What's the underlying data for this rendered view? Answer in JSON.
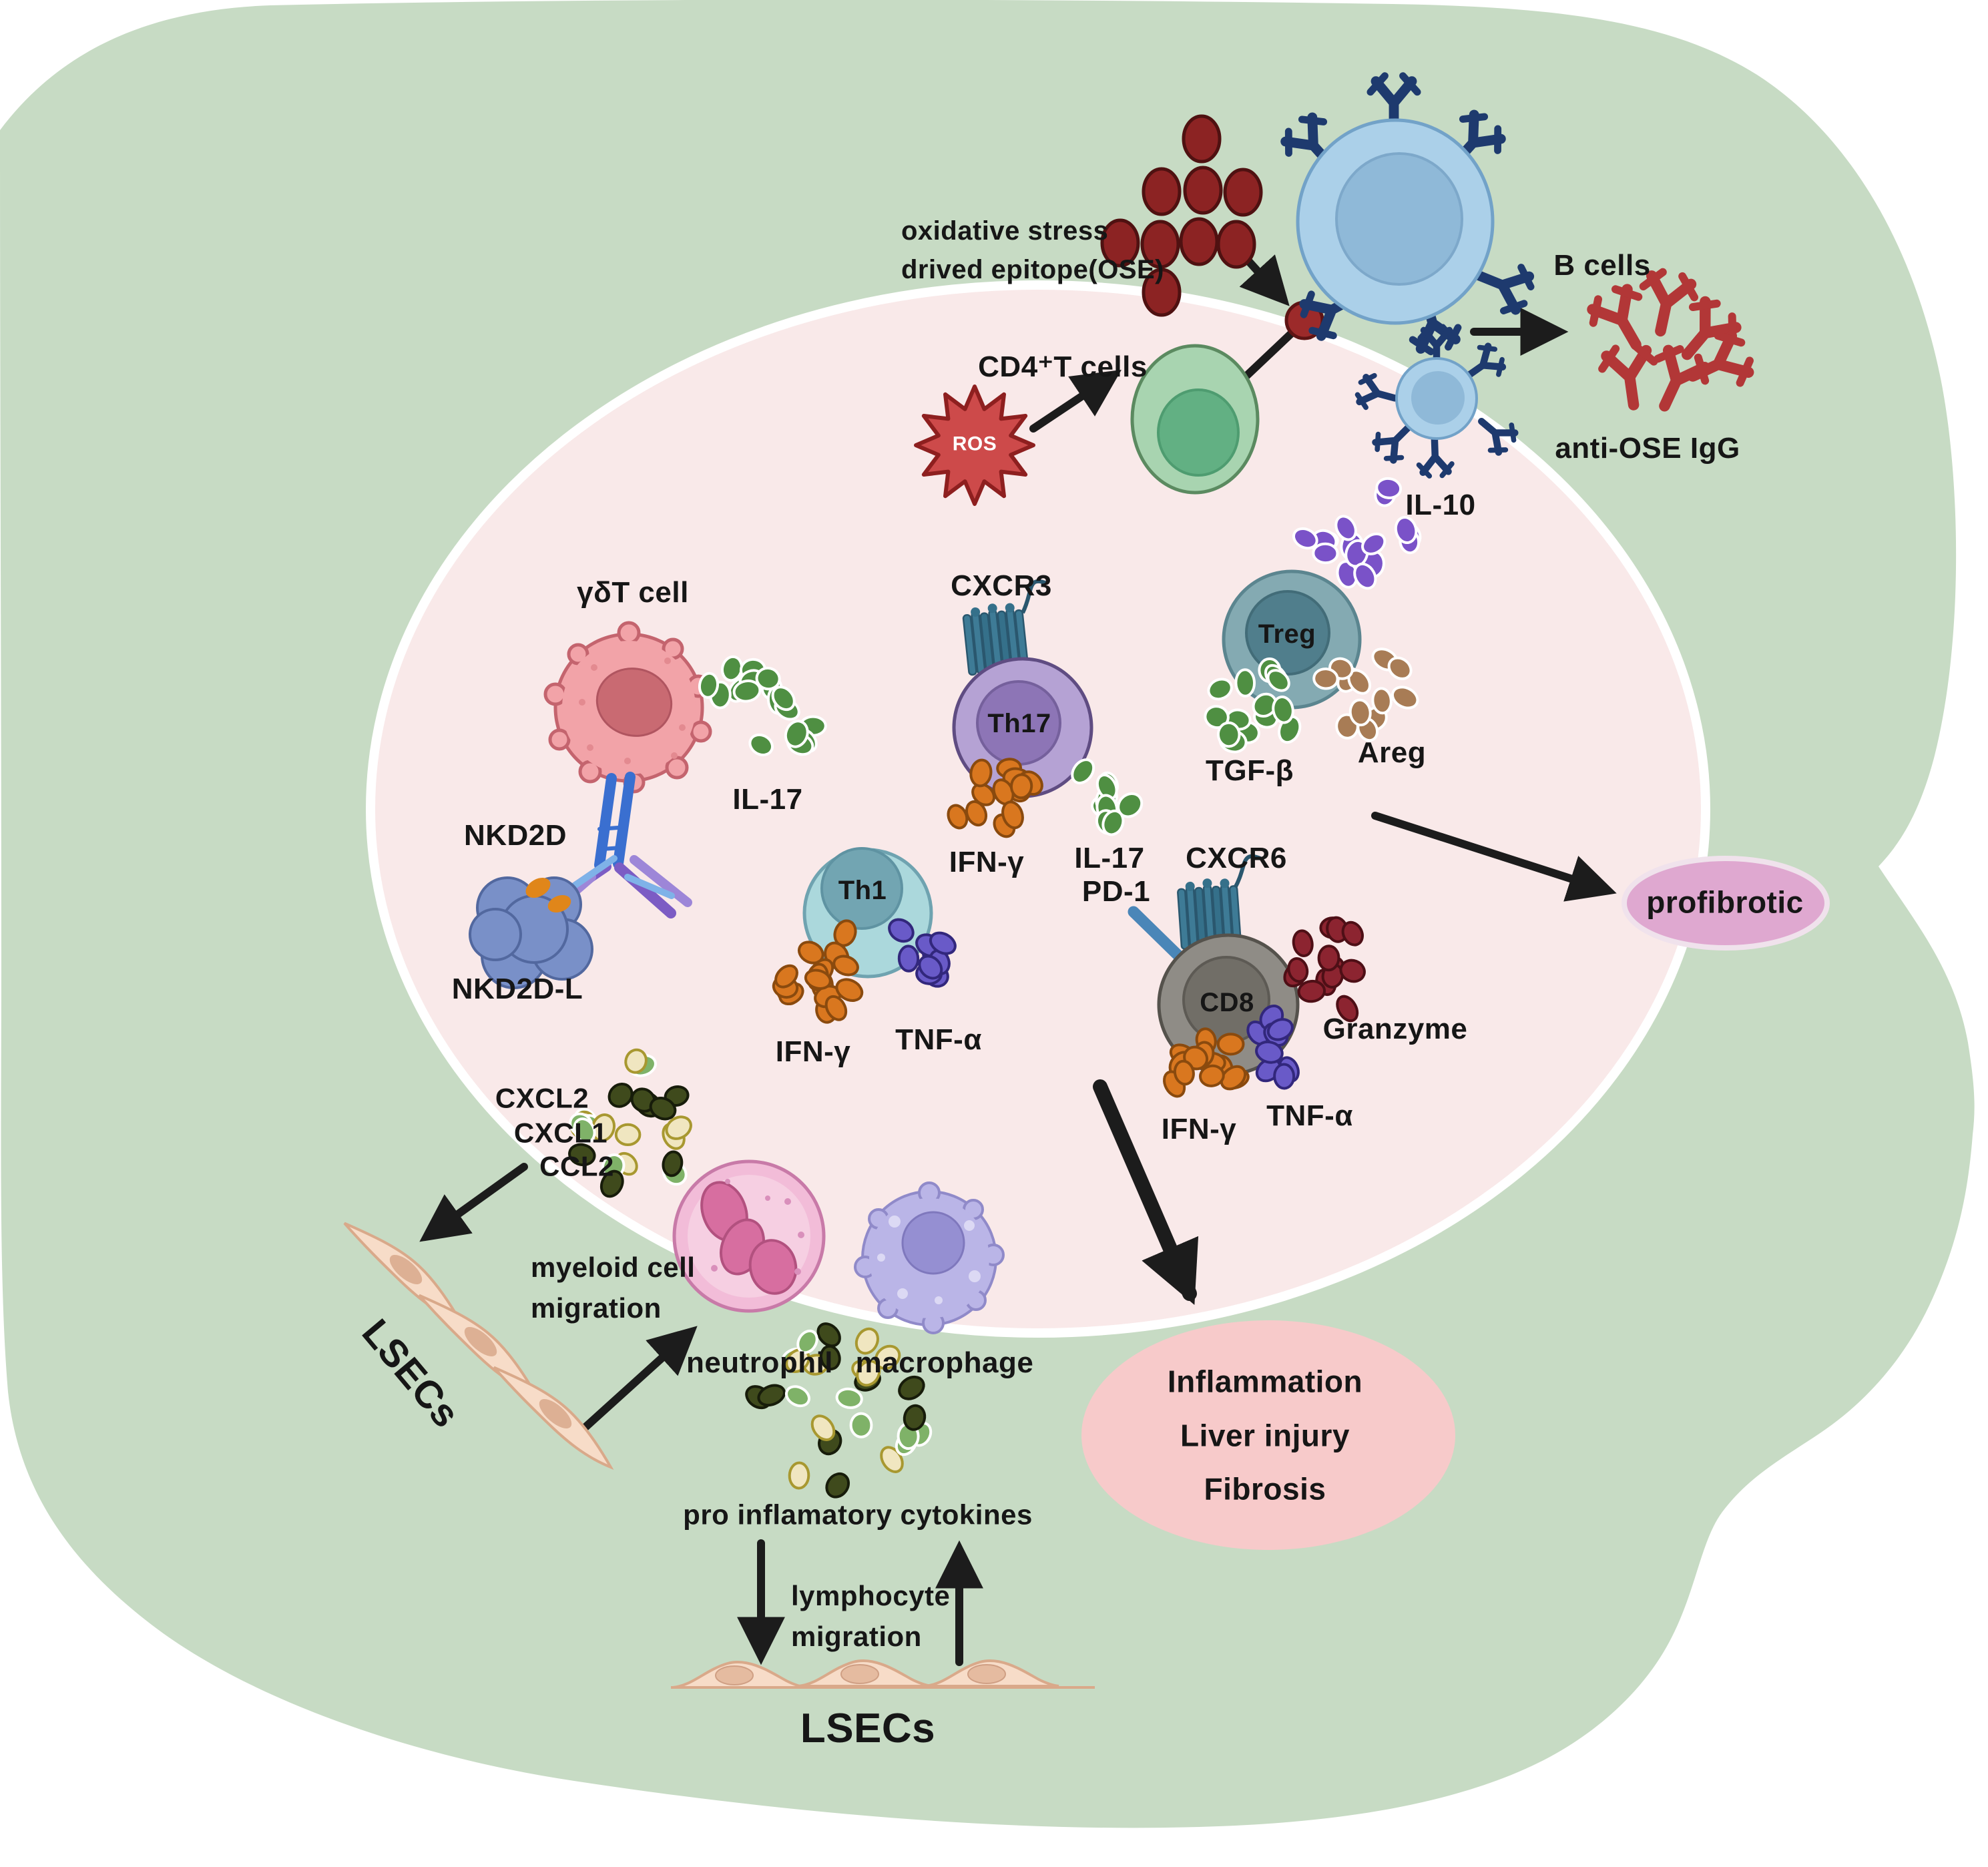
{
  "title": "Immune mechanisms of liver inflammation, injury and fibrosis (LSEC / T cell diagram)",
  "colors": {
    "background": "#ffffff",
    "liver_blob": "#c7dbc4",
    "inner_ellipse": "#f9e9e9",
    "profibrotic_ellipse": "#dfa8d0",
    "outcome_ellipse": "#f7caca",
    "ose_red": "#8c2323",
    "b_cell_blue": "#abd0e9",
    "antibody_navy": "#1e3a6e",
    "igg_red": "#b23737",
    "cd4_green": "#a8d4b0",
    "ros_red": "#cd4a4a",
    "treg_teal": "#84aab2",
    "il10_purple": "#7a52c8",
    "tgfb_green": "#4f8f42",
    "areg_tan": "#a87c55",
    "gdt_pink": "#f2a3a8",
    "nkd2dl_blue": "#7990c8",
    "th17_purple": "#b5a2d4",
    "ifng_orange": "#d9771f",
    "th1_cyan": "#abd8dc",
    "tnfa_indigo": "#695ac8",
    "cd8_gray": "#8f8c86",
    "granzyme_darkred": "#8c2430",
    "pd1_blue": "#4a86b8",
    "receptor_teal": "#3e7b96",
    "lsec_tan": "#f7dcc8",
    "neutrophil_pink": "#f2bcd8",
    "macrophage_lavender": "#bab5e7",
    "arrow_black": "#1c1c1c"
  },
  "labels": {
    "ose": "oxidative stress\ndrived epitope(OSE)",
    "b_cells": "B cells",
    "anti_ose": "anti-OSE IgG",
    "cd4": "CD4⁺T cells",
    "ros": "ROS",
    "il10": "IL-10",
    "treg": "Treg",
    "tgfb": "TGF-β",
    "areg": "Areg",
    "gdt": "γδT cell",
    "il17_left": "IL-17",
    "nkd2d": "NKD2D",
    "nkd2dl": "NKD2D-L",
    "cxcr3": "CXCR3",
    "th17": "Th17",
    "ifng_th17": "IFN-γ",
    "il17_mid": "IL-17",
    "th1": "Th1",
    "ifng_th1": "IFN-γ",
    "tnfa_th1": "TNF-α",
    "pd1": "PD-1",
    "cxcr6": "CXCR6",
    "cd8": "CD8",
    "granzyme": "Granzyme",
    "ifng_cd8": "IFN-γ",
    "tnfa_cd8": "TNF-α",
    "profibrotic": "profibrotic",
    "cxcl2": "CXCL2",
    "cxcl1": "CXCL1",
    "ccl2": "CCL2",
    "myeloid": "myeloid cell\nmigration",
    "lsecs_left": "LSECs",
    "neutrophil": "neutrophil",
    "macrophage": "macrophage",
    "cytokines": "pro inflamatory cytokines",
    "lymphocyte": "lymphocyte\nmigration",
    "lsecs_bottom": "LSECs",
    "outcome": "Inflammation\nLiver injury\nFibrosis"
  }
}
